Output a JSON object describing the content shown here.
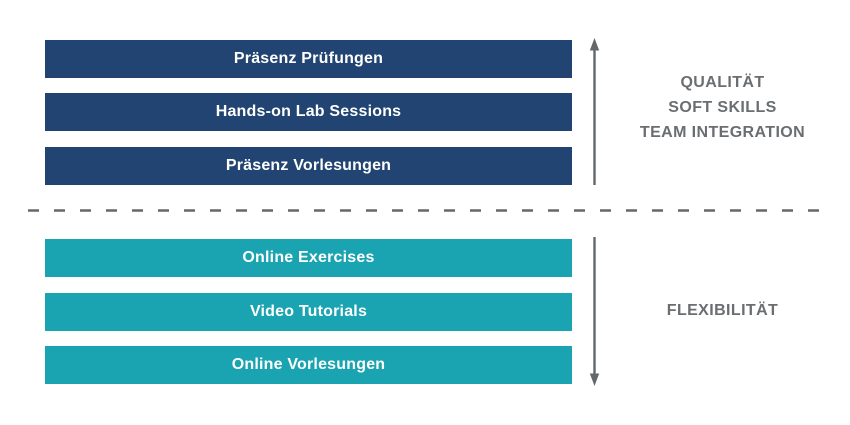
{
  "top_section": {
    "bars": [
      {
        "label": "Präsenz Prüfungen"
      },
      {
        "label": "Hands-on Lab Sessions"
      },
      {
        "label": "Präsenz Vorlesungen"
      }
    ],
    "side_label_lines": [
      "QUALITÄT",
      "SOFT SKILLS",
      "TEAM INTEGRATION"
    ]
  },
  "bottom_section": {
    "bars": [
      {
        "label": "Online Exercises"
      },
      {
        "label": "Video Tutorials"
      },
      {
        "label": "Online Vorlesungen"
      }
    ],
    "side_label": "FLEXIBILITÄT"
  },
  "icons": {
    "up_arrow": "up-arrow",
    "down_arrow": "down-arrow",
    "divider": "dashed-horizontal-line"
  },
  "colors": {
    "presence_bar": "#214472",
    "online_bar": "#1AA3B0",
    "bar_text": "#FFFFFF",
    "side_text": "#6A6E71",
    "arrow": "#64686B",
    "background": "#FFFFFF"
  }
}
